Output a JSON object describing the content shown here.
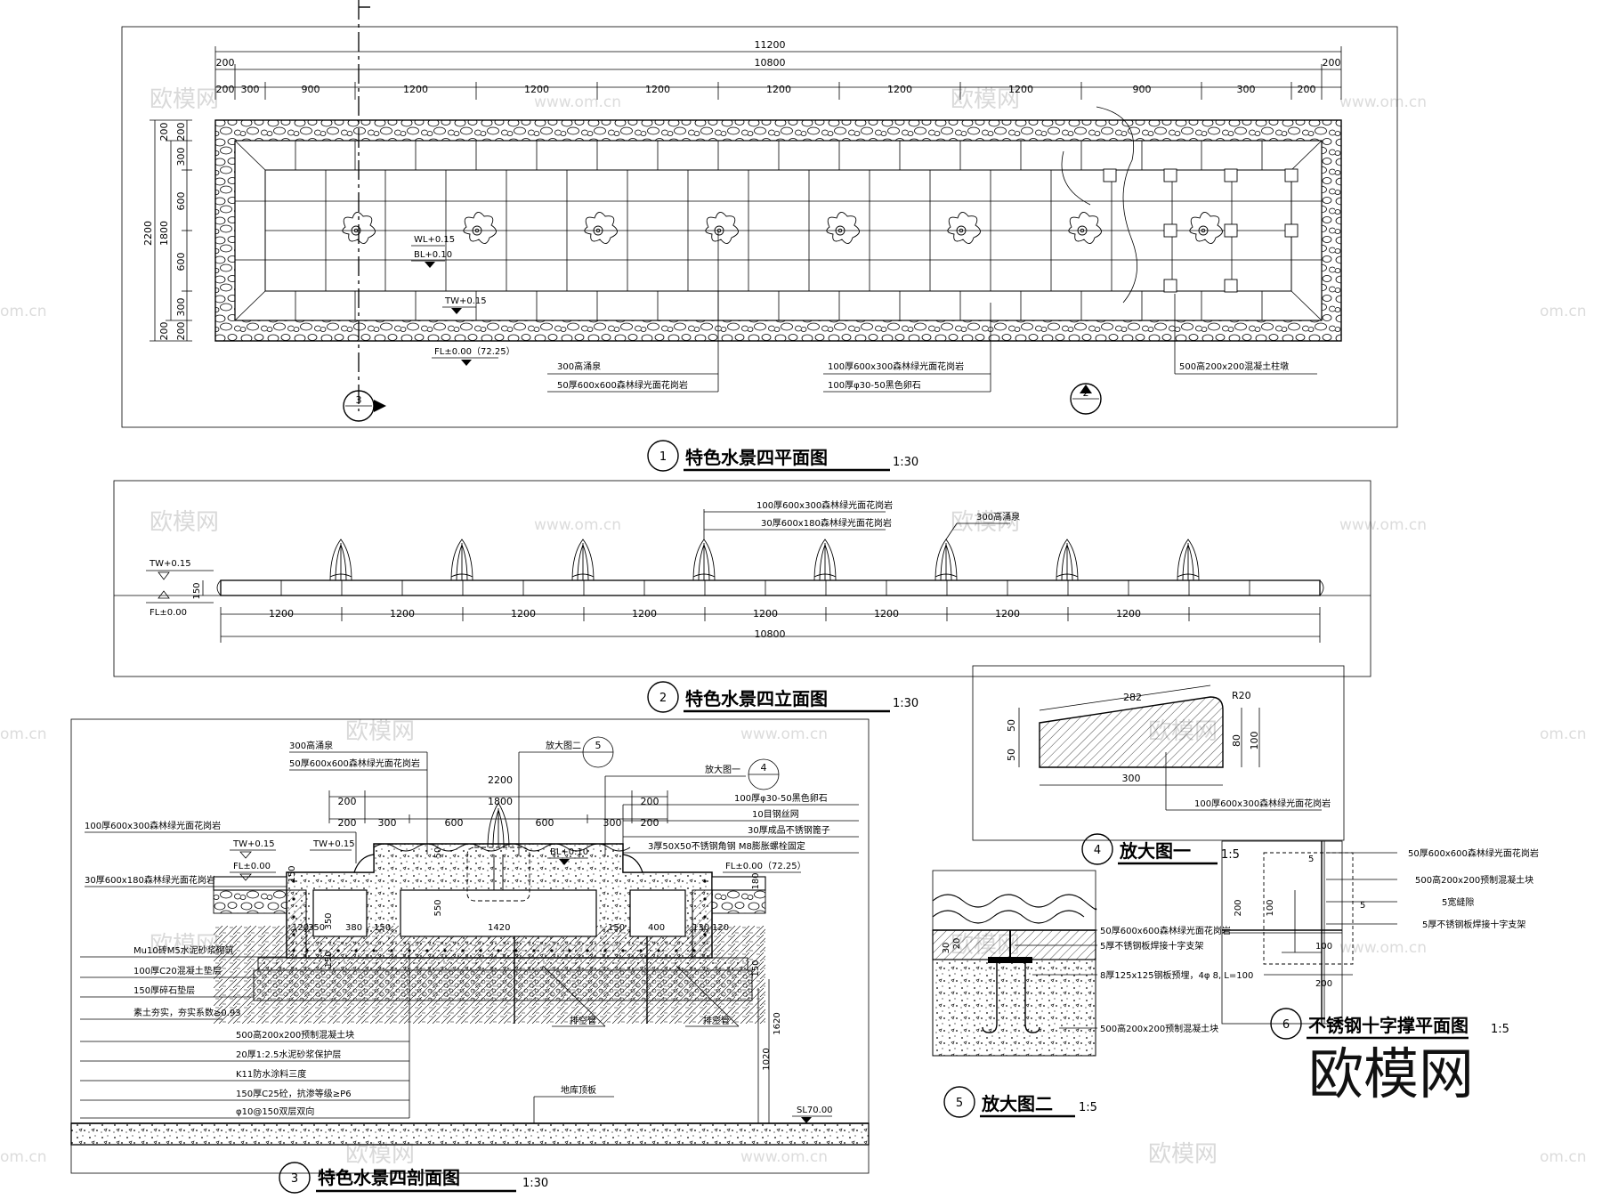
{
  "plan": {
    "title": "特色水景四平面图",
    "num": "1",
    "scale": "1:30",
    "dim_total_outer": "11200",
    "dim_total_inner": "10800",
    "dim_edge": "200",
    "dim_row": [
      "200",
      "300",
      "900",
      "1200",
      "1200",
      "1200",
      "1200",
      "1200",
      "1200",
      "900",
      "300",
      "200"
    ],
    "dim_left": [
      "200",
      "300",
      "600",
      "600",
      "300",
      "200"
    ],
    "dim_left_2200": "2200",
    "dim_left_1800": "1800",
    "dim_left_200": "200",
    "wl": "WL+0.15",
    "bl": "BL+0.10",
    "tw": "TW+0.15",
    "fl": "FL±0.00（72.25）",
    "labels": [
      "300高涌泉",
      "50厚600x600森林绿光面花岗岩",
      "100厚600x300森林绿光面花岗岩",
      "100厚φ30-50黑色卵石",
      "500高200x200混凝土柱墩"
    ],
    "sec_mark": "3",
    "elev_mark": "2"
  },
  "elev": {
    "title": "特色水景四立面图",
    "num": "2",
    "scale": "1:30",
    "tw": "TW+0.15",
    "fl": "FL±0.00",
    "h150": "150",
    "spans": [
      "1200",
      "1200",
      "1200",
      "1200",
      "1200",
      "1200",
      "1200",
      "1200"
    ],
    "total": "10800",
    "labels": [
      "100厚600x300森林绿光面花岗岩",
      "30厚600x180森林绿光面花岗岩",
      "300高涌泉"
    ]
  },
  "section": {
    "title": "特色水景四剖面图",
    "num": "3",
    "scale": "1:30",
    "top_labels": [
      "300高涌泉",
      "50厚600x600森林绿光面花岗岩"
    ],
    "detail2": "放大图二",
    "detail2_num": "5",
    "detail1": "放大图一",
    "detail1_num": "4",
    "dim_2200": "2200",
    "dim_1800": "1800",
    "dim_200a": "200",
    "dim_200b": "200",
    "dim_row": [
      "200",
      "300",
      "600",
      "600",
      "300",
      "200"
    ],
    "right_labels": [
      "100厚φ30-50黑色卵石",
      "10目钢丝网",
      "30厚成品不锈钢篦子",
      "3厚50X50不锈钢角钢 M8膨胀螺栓固定"
    ],
    "fl_right": "FL±0.00（72.25）",
    "left_labels": [
      "100厚600x300森林绿光面花岗岩",
      "30厚600x180森林绿光面花岗岩"
    ],
    "tw_left": "TW+0.15",
    "fl_left": "FL±0.00",
    "tw_mid": "TW+0.15",
    "bl": "BL+0.10",
    "v150": "150",
    "v50": "50",
    "v550": "550",
    "v180": "180",
    "inner_dims": [
      "120",
      "350",
      "380",
      "150",
      "1420",
      "150",
      "400",
      "130",
      "120"
    ],
    "v350": "350",
    "v150b": "150",
    "v150c": "150",
    "v1620": "1620",
    "v1020": "1020",
    "layer_labels": [
      "Mu10砖M5水泥砂浆砌筑",
      "100厚C20混凝土垫层",
      "150厚碎石垫层",
      "素土夯实，夯实系数≥0.93",
      "500高200x200预制混凝土块",
      "20厚1:2.5水泥砂浆保护层",
      "K11防水涂料三度",
      "150厚C25砼，抗渗等级≥P6",
      "φ10@150双层双向"
    ],
    "drain1": "排空管",
    "drain2": "排空管",
    "roof": "地库顶板",
    "sl": "SL70.00"
  },
  "detail4": {
    "title": "放大图一",
    "num": "4",
    "scale": "1:5",
    "d282": "282",
    "r20": "R20",
    "d50a": "50",
    "d50b": "50",
    "d80": "80",
    "d100": "100",
    "d300": "300",
    "label": "100厚600x300森林绿光面花岗岩"
  },
  "detail5": {
    "title": "放大图二",
    "num": "5",
    "scale": "1:5",
    "d20": "20",
    "d30": "30",
    "labels": [
      "50厚600x600森林绿光面花岗岩",
      "5厚不锈钢板焊接十字支架",
      "8厚125x125钢板预埋，4φ 8, L=100",
      "500高200x200预制混凝土块"
    ]
  },
  "detail6": {
    "title": "不锈钢十字撑平面图",
    "num": "6",
    "scale": "1:5",
    "labels": [
      "50厚600x600森林绿光面花岗岩",
      "500高200x200预制混凝土块",
      "5宽缝隙",
      "5厚不锈钢板焊接十字支架"
    ],
    "d5a": "5",
    "d5b": "5",
    "d200a": "200",
    "d100a": "100",
    "d100b": "100",
    "d200b": "200"
  },
  "watermarks": {
    "cn": "欧模网",
    "url": "www.om.cn",
    "url_edge": "om.cn",
    "big": "欧模网"
  }
}
